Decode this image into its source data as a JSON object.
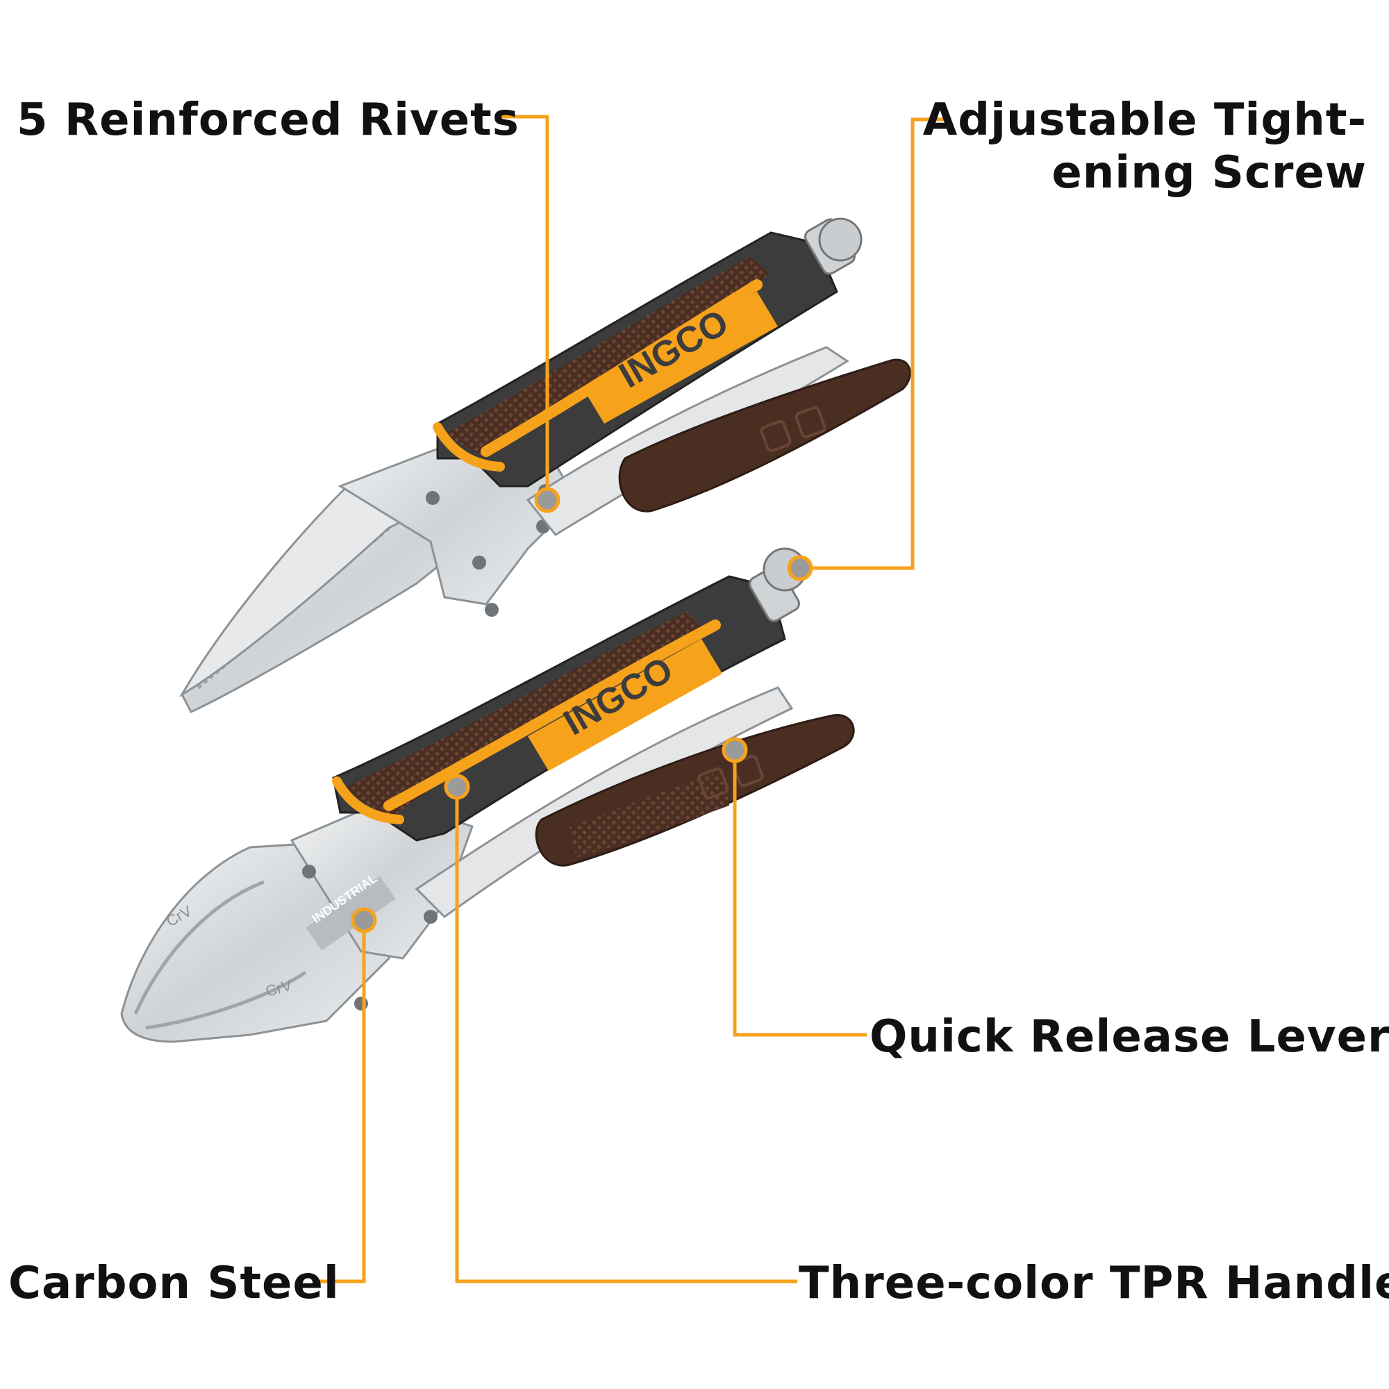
{
  "labels": {
    "rivets": "5 Reinforced Rivets",
    "screw_line1": "Adjustable Tight-",
    "screw_line2": "ening Screw",
    "lever": "Quick Release Lever",
    "steel": "Carbon Steel",
    "handle": "Three-color TPR Handle"
  },
  "brand": "INGCO",
  "stamp_industrial": "INDUSTRIAL",
  "stamp_crv": "CrV",
  "colors": {
    "accent": "#F7A21B",
    "handle_dark": "#4A2E22",
    "handle_grey": "#3C3C3C",
    "steel": "#D9DCDF",
    "marker": "#9A9A9A",
    "text": "#111111"
  },
  "icons": [
    "knurled-screw-icon",
    "callout-dot-icon"
  ]
}
